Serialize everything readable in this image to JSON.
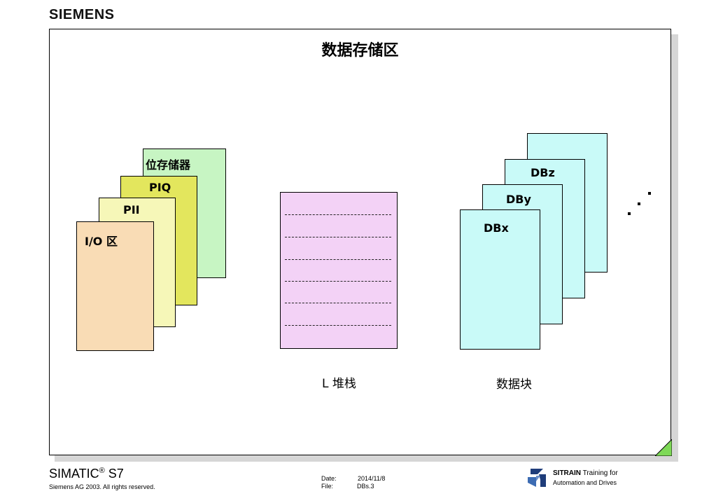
{
  "header": {
    "logo_text": "SIEMENS"
  },
  "slide": {
    "title": "数据存储区",
    "io_group": {
      "cards": [
        {
          "name": "bit-memory-card",
          "label": "位存储器",
          "color": "#c7f5c3"
        },
        {
          "name": "piq-card",
          "label": "PIQ",
          "color": "#e3e65d"
        },
        {
          "name": "pii-card",
          "label": "PII",
          "color": "#f6f7b8"
        },
        {
          "name": "io-area-card",
          "label": "I/O 区",
          "color": "#f9dcb5"
        }
      ]
    },
    "local_stack": {
      "caption": "L 堆栈",
      "color": "#f3d2f6",
      "divider_count": 6
    },
    "data_blocks": {
      "caption": "数据块",
      "color": "#c9faf8",
      "cards": [
        {
          "label": ""
        },
        {
          "label": "DBz"
        },
        {
          "label": "DBy"
        },
        {
          "label": "DBx"
        }
      ]
    }
  },
  "footer": {
    "product_main": "SIMATIC",
    "product_reg": "®",
    "product_suffix": " S7",
    "copyright": "Siemens AG 2003. All rights reserved.",
    "date_label": "Date:",
    "date_value": "2014/11/8",
    "file_label": "File:",
    "file_value": "DBs.3",
    "sitrain_brand": "SITRAIN",
    "sitrain_tagline": " Training for",
    "sitrain_sub": "Automation and Drives",
    "logo_icon": "sitrain-logo-icon"
  },
  "colors": {
    "corner_fold": "#7ed957",
    "shadow": "#d6d6d6"
  }
}
